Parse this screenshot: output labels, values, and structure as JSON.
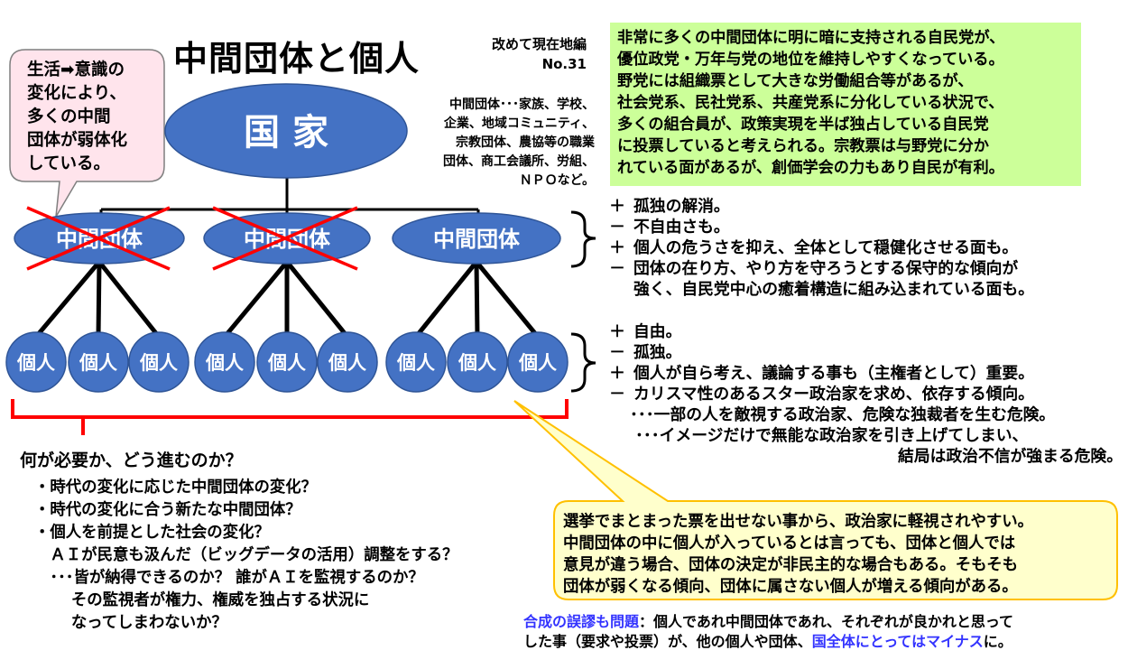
{
  "title": "中間団体と個人",
  "subtitle": {
    "line1": "改めて現在地編",
    "line2": "No.31"
  },
  "state_label": "国 家",
  "group_label": "中間団体",
  "individual_label": "個人",
  "definition": [
    "中間団体･･･家族、学校、",
    "企業、地域コミュニティ、",
    "宗教団体、農協等の職業",
    "団体、商工会議所、労組、",
    "ＮＰＯなど。"
  ],
  "callout": [
    "生活➡意識の",
    "変化により、",
    "多くの中間",
    "団体が弱体化",
    "している。"
  ],
  "green_box": [
    "非常に多くの中間団体に明に暗に支持される自民党が、",
    "優位政党・万年与党の地位を維持しやすくなっている。",
    "野党には組織票として大きな労働組合等があるが、",
    "社会党系、民社党系、共産党系に分化している状況で、",
    "多くの組合員が、政策実現を半ば独占している自民党",
    "に投票していると考えられる。宗教票は与野党に分か",
    "れている面があるが、創価学会の力もあり自民が有利。"
  ],
  "group_points": [
    {
      "sign": "＋",
      "text": "孤独の解消。"
    },
    {
      "sign": "－",
      "text": "不自由さも。"
    },
    {
      "sign": "＋",
      "text": "個人の危うさを抑え、全体として穏健化させる面も。"
    },
    {
      "sign": "－",
      "text": "団体の在り方、やり方を守ろうとする保守的な傾向が"
    }
  ],
  "group_points_cont": "強く、自民党中心の癒着構造に組み込まれている面も。",
  "individual_points": [
    {
      "sign": "＋",
      "text": "自由。"
    },
    {
      "sign": "－",
      "text": "孤独。"
    },
    {
      "sign": "＋",
      "text": "個人が自ら考え、議論する事も（主権者として）重要。"
    },
    {
      "sign": "－",
      "text": "カリスマ性のあるスター政治家を求め、依存する傾向。"
    }
  ],
  "individual_sub": [
    "･･･一部の人を敵視する政治家、危険な独裁者を生む危険。",
    "･･･イメージだけで無能な政治家を引き上げてしまい、"
  ],
  "individual_sub_end": "結局は政治不信が強まる危険。",
  "question": "何が必要か、どう進むのか？",
  "question_items": [
    "・時代の変化に応じた中間団体の変化？",
    "・時代の変化に合う新たな中間団体？",
    "・個人を前提とした社会の変化？",
    "　ＡＩが民意も汲んだ（ビッグデータの活用）調整をする？",
    "　･･･皆が納得できるのか？ 誰がＡＩを監視するのか？",
    "　　 その監視者が権力、権威を独占する状況に",
    "　　 なってしまわないか？"
  ],
  "yellow_box": [
    "選挙でまとまった票を出せない事から、政治家に軽視されやすい。",
    "中間団体の中に個人が入っているとは言っても、団体と個人では",
    "意見が違う場合、団体の決定が非民主的な場合もある。そもそも",
    "団体が弱くなる傾向、団体に属さない個人が増える傾向がある。"
  ],
  "note": {
    "label": "合成の誤謬も問題",
    "line1_rest": "：個人であれ中間団体であれ、それぞれが良かれと思って",
    "line2_start": "した事（要求や投票）が、他の個人や団体、",
    "line2_blue": "国全体にとってはマイナス",
    "line2_end": "に。"
  },
  "colors": {
    "node_fill": "#4472c4",
    "node_stroke": "#2f5597",
    "cross_red": "#ff0000",
    "green_box": "#ccff99",
    "callout_fill": "#ffe4ec",
    "yellow_fill": "#ffffcc",
    "yellow_stroke": "#ffc000",
    "note_blue": "#3333ff"
  }
}
